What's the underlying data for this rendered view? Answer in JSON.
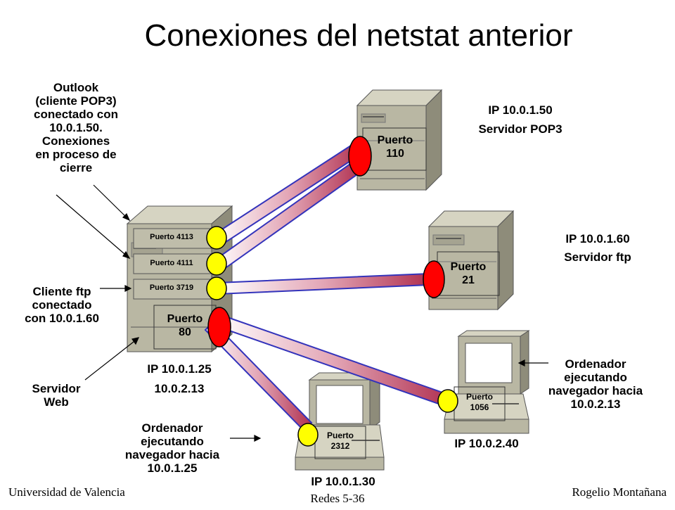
{
  "title": "Conexiones del netstat anterior",
  "labels": {
    "outlook": "Outlook\n(cliente POP3)\nconectado con\n10.0.1.50.\nConexiones\nen proceso de\ncierre",
    "ftp_client": "Cliente ftp\nconectado\ncon 10.0.1.60",
    "web_server": "Servidor\nWeb",
    "browser_left": "Ordenador\nejecutando\nnavegador hacia\n10.0.1.25",
    "browser_right": "Ordenador\nejecutando\nnavegador hacia\n10.0.2.13"
  },
  "hosts": {
    "pop3": {
      "ip": "IP 10.0.1.50",
      "role": "Servidor POP3",
      "port": "Puerto\n110"
    },
    "ftp": {
      "ip": "IP 10.0.1.60",
      "role": "Servidor ftp",
      "port": "Puerto\n21"
    },
    "web": {
      "ip": "IP 10.0.1.25",
      "ip2": "10.0.2.13",
      "port": "Puerto\n80",
      "ports": [
        "Puerto 4113",
        "Puerto 4111",
        "Puerto 3719"
      ]
    },
    "pc_bottom": {
      "ip": "IP 10.0.1.30",
      "port": "Puerto\n2312"
    },
    "pc_right": {
      "ip": "IP 10.0.2.40",
      "port": "Puerto\n1056"
    }
  },
  "footer": {
    "left": "Universidad de Valencia",
    "center": "Redes 5-36",
    "right": "Rogelio Montañana"
  },
  "colors": {
    "tower_front": "#b9b7a3",
    "tower_side": "#8e8c7a",
    "tower_top": "#d6d4c2",
    "port_yellow": "#ffff00",
    "port_red": "#ff0000",
    "cable_edge": "#3333bb",
    "cable_fill": "#d9a0b0"
  }
}
